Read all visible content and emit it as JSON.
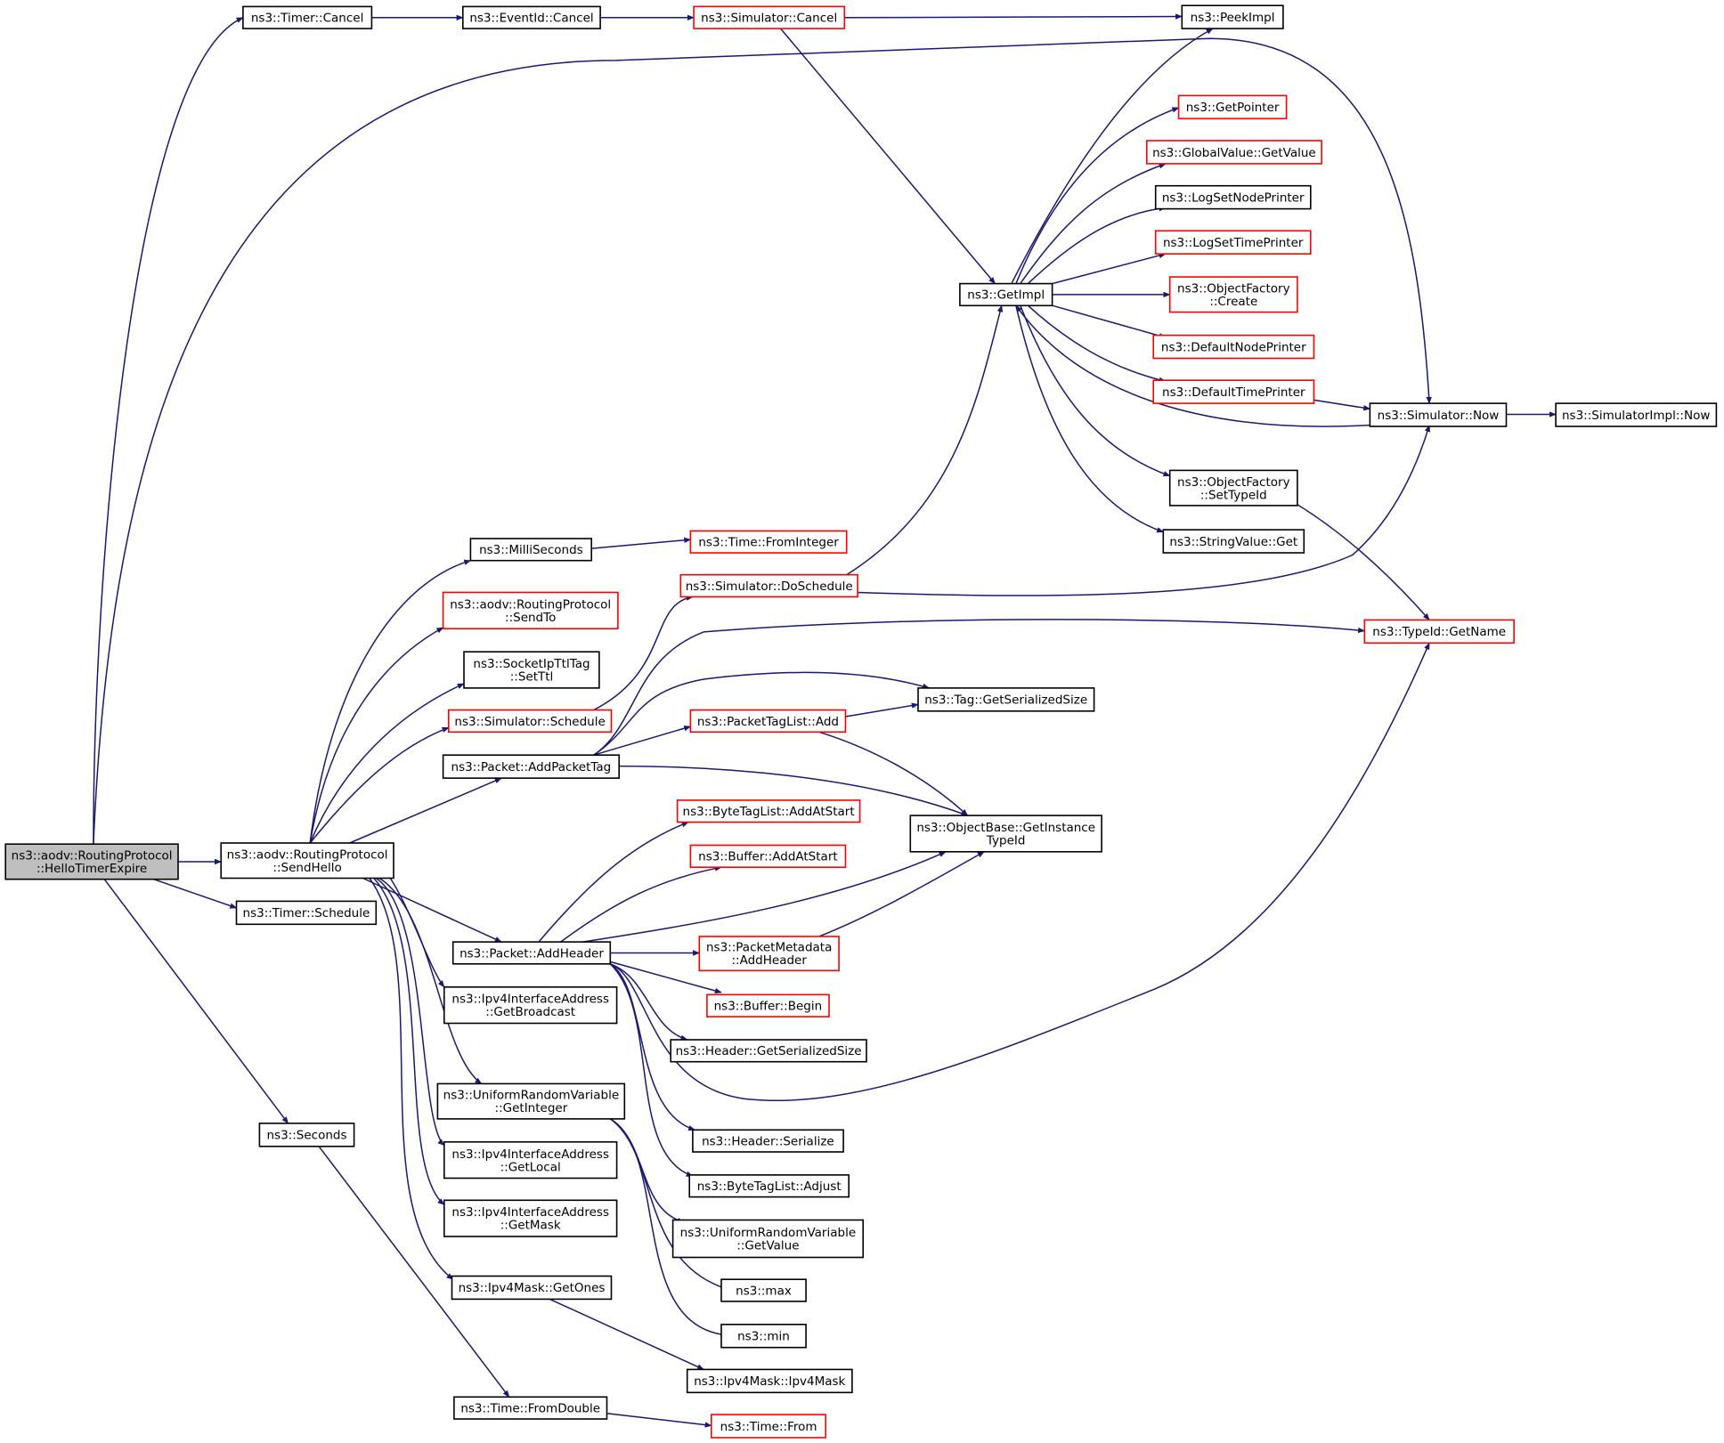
{
  "graph": {
    "nodes": {
      "root": {
        "lines": [
          "ns3::aodv::RoutingProtocol",
          "::HelloTimerExpire"
        ],
        "style": "root"
      },
      "timer_cancel": {
        "lines": [
          "ns3::Timer::Cancel"
        ],
        "style": "black"
      },
      "eventid_cancel": {
        "lines": [
          "ns3::EventId::Cancel"
        ],
        "style": "black"
      },
      "sim_cancel": {
        "lines": [
          "ns3::Simulator::Cancel"
        ],
        "style": "red"
      },
      "peekimpl": {
        "lines": [
          "ns3::PeekImpl"
        ],
        "style": "black"
      },
      "getpointer": {
        "lines": [
          "ns3::GetPointer"
        ],
        "style": "red"
      },
      "globalvalue": {
        "lines": [
          "ns3::GlobalValue::GetValue"
        ],
        "style": "red"
      },
      "logsetnode": {
        "lines": [
          "ns3::LogSetNodePrinter"
        ],
        "style": "black"
      },
      "logsettime": {
        "lines": [
          "ns3::LogSetTimePrinter"
        ],
        "style": "red"
      },
      "getimpl": {
        "lines": [
          "ns3::GetImpl"
        ],
        "style": "black"
      },
      "objfactory_create": {
        "lines": [
          "ns3::ObjectFactory",
          "::Create"
        ],
        "style": "red"
      },
      "defaultnode": {
        "lines": [
          "ns3::DefaultNodePrinter"
        ],
        "style": "red"
      },
      "defaulttime": {
        "lines": [
          "ns3::DefaultTimePrinter"
        ],
        "style": "red"
      },
      "sim_now": {
        "lines": [
          "ns3::Simulator::Now"
        ],
        "style": "black"
      },
      "simimpl_now": {
        "lines": [
          "ns3::SimulatorImpl::Now"
        ],
        "style": "black"
      },
      "objfactory_settypeid": {
        "lines": [
          "ns3::ObjectFactory",
          "::SetTypeId"
        ],
        "style": "black"
      },
      "stringvalue_get": {
        "lines": [
          "ns3::StringValue::Get"
        ],
        "style": "black"
      },
      "milliseconds": {
        "lines": [
          "ns3::MilliSeconds"
        ],
        "style": "black"
      },
      "time_frominteger": {
        "lines": [
          "ns3::Time::FromInteger"
        ],
        "style": "red"
      },
      "sim_doschedule": {
        "lines": [
          "ns3::Simulator::DoSchedule"
        ],
        "style": "red"
      },
      "sendto": {
        "lines": [
          "ns3::aodv::RoutingProtocol",
          "::SendTo"
        ],
        "style": "red"
      },
      "typeid_getname": {
        "lines": [
          "ns3::TypeId::GetName"
        ],
        "style": "red"
      },
      "socketipttltag": {
        "lines": [
          "ns3::SocketIpTtlTag",
          "::SetTtl"
        ],
        "style": "black"
      },
      "tag_getserializedsize": {
        "lines": [
          "ns3::Tag::GetSerializedSize"
        ],
        "style": "black"
      },
      "sim_schedule": {
        "lines": [
          "ns3::Simulator::Schedule"
        ],
        "style": "red"
      },
      "packettaglist_add": {
        "lines": [
          "ns3::PacketTagList::Add"
        ],
        "style": "red"
      },
      "addpackettag": {
        "lines": [
          "ns3::Packet::AddPacketTag"
        ],
        "style": "black"
      },
      "bytetaglist_addatstart": {
        "lines": [
          "ns3::ByteTagList::AddAtStart"
        ],
        "style": "red"
      },
      "objectbase_getinstancetypeid": {
        "lines": [
          "ns3::ObjectBase::GetInstance",
          "TypeId"
        ],
        "style": "black"
      },
      "sendhello": {
        "lines": [
          "ns3::aodv::RoutingProtocol",
          "::SendHello"
        ],
        "style": "black"
      },
      "buffer_addatstart": {
        "lines": [
          "ns3::Buffer::AddAtStart"
        ],
        "style": "red"
      },
      "timer_schedule": {
        "lines": [
          "ns3::Timer::Schedule"
        ],
        "style": "black"
      },
      "packet_addheader": {
        "lines": [
          "ns3::Packet::AddHeader"
        ],
        "style": "black"
      },
      "packetmetadata_addheader": {
        "lines": [
          "ns3::PacketMetadata",
          "::AddHeader"
        ],
        "style": "red"
      },
      "ipv4ifaddr_getbroadcast": {
        "lines": [
          "ns3::Ipv4InterfaceAddress",
          "::GetBroadcast"
        ],
        "style": "black"
      },
      "buffer_begin": {
        "lines": [
          "ns3::Buffer::Begin"
        ],
        "style": "red"
      },
      "header_getserializedsize": {
        "lines": [
          "ns3::Header::GetSerializedSize"
        ],
        "style": "black"
      },
      "urv_getinteger": {
        "lines": [
          "ns3::UniformRandomVariable",
          "::GetInteger"
        ],
        "style": "black"
      },
      "seconds": {
        "lines": [
          "ns3::Seconds"
        ],
        "style": "black"
      },
      "header_serialize": {
        "lines": [
          "ns3::Header::Serialize"
        ],
        "style": "black"
      },
      "ipv4ifaddr_getlocal": {
        "lines": [
          "ns3::Ipv4InterfaceAddress",
          "::GetLocal"
        ],
        "style": "black"
      },
      "bytetaglist_adjust": {
        "lines": [
          "ns3::ByteTagList::Adjust"
        ],
        "style": "black"
      },
      "ipv4ifaddr_getmask": {
        "lines": [
          "ns3::Ipv4InterfaceAddress",
          "::GetMask"
        ],
        "style": "black"
      },
      "urv_getvalue": {
        "lines": [
          "ns3::UniformRandomVariable",
          "::GetValue"
        ],
        "style": "black"
      },
      "max": {
        "lines": [
          "ns3::max"
        ],
        "style": "black"
      },
      "ipv4mask_getones": {
        "lines": [
          "ns3::Ipv4Mask::GetOnes"
        ],
        "style": "black"
      },
      "min": {
        "lines": [
          "ns3::min"
        ],
        "style": "black"
      },
      "ipv4mask_ipv4mask": {
        "lines": [
          "ns3::Ipv4Mask::Ipv4Mask"
        ],
        "style": "black"
      },
      "time_fromdouble": {
        "lines": [
          "ns3::Time::FromDouble"
        ],
        "style": "black"
      },
      "time_from": {
        "lines": [
          "ns3::Time::From"
        ],
        "style": "red"
      }
    },
    "edges": [
      [
        "root",
        "timer_cancel"
      ],
      [
        "root",
        "sim_now"
      ],
      [
        "root",
        "sendhello"
      ],
      [
        "root",
        "timer_schedule"
      ],
      [
        "root",
        "seconds"
      ],
      [
        "timer_cancel",
        "eventid_cancel"
      ],
      [
        "eventid_cancel",
        "sim_cancel"
      ],
      [
        "sim_cancel",
        "peekimpl"
      ],
      [
        "sim_cancel",
        "getimpl"
      ],
      [
        "getimpl",
        "peekimpl"
      ],
      [
        "getimpl",
        "getpointer"
      ],
      [
        "getimpl",
        "globalvalue"
      ],
      [
        "getimpl",
        "logsetnode"
      ],
      [
        "getimpl",
        "logsettime"
      ],
      [
        "getimpl",
        "objfactory_create"
      ],
      [
        "getimpl",
        "defaultnode"
      ],
      [
        "getimpl",
        "defaulttime"
      ],
      [
        "getimpl",
        "objfactory_settypeid"
      ],
      [
        "getimpl",
        "stringvalue_get"
      ],
      [
        "defaulttime",
        "sim_now"
      ],
      [
        "sim_now",
        "getimpl"
      ],
      [
        "sim_now",
        "simimpl_now"
      ],
      [
        "objfactory_settypeid",
        "typeid_getname"
      ],
      [
        "sendhello",
        "milliseconds"
      ],
      [
        "sendhello",
        "sendto"
      ],
      [
        "sendhello",
        "socketipttltag"
      ],
      [
        "sendhello",
        "sim_schedule"
      ],
      [
        "sendhello",
        "addpackettag"
      ],
      [
        "sendhello",
        "packet_addheader"
      ],
      [
        "sendhello",
        "ipv4ifaddr_getbroadcast"
      ],
      [
        "sendhello",
        "urv_getinteger"
      ],
      [
        "sendhello",
        "ipv4ifaddr_getlocal"
      ],
      [
        "sendhello",
        "ipv4ifaddr_getmask"
      ],
      [
        "sendhello",
        "ipv4mask_getones"
      ],
      [
        "milliseconds",
        "time_frominteger"
      ],
      [
        "sim_schedule",
        "sim_doschedule"
      ],
      [
        "sim_doschedule",
        "getimpl"
      ],
      [
        "sim_doschedule",
        "sim_now"
      ],
      [
        "addpackettag",
        "typeid_getname"
      ],
      [
        "addpackettag",
        "tag_getserializedsize"
      ],
      [
        "addpackettag",
        "packettaglist_add"
      ],
      [
        "addpackettag",
        "objectbase_getinstancetypeid"
      ],
      [
        "packettaglist_add",
        "tag_getserializedsize"
      ],
      [
        "packettaglist_add",
        "objectbase_getinstancetypeid"
      ],
      [
        "packet_addheader",
        "bytetaglist_addatstart"
      ],
      [
        "packet_addheader",
        "buffer_addatstart"
      ],
      [
        "packet_addheader",
        "objectbase_getinstancetypeid"
      ],
      [
        "packet_addheader",
        "packetmetadata_addheader"
      ],
      [
        "packet_addheader",
        "buffer_begin"
      ],
      [
        "packet_addheader",
        "header_getserializedsize"
      ],
      [
        "packet_addheader",
        "typeid_getname"
      ],
      [
        "packet_addheader",
        "header_serialize"
      ],
      [
        "packet_addheader",
        "bytetaglist_adjust"
      ],
      [
        "packetmetadata_addheader",
        "objectbase_getinstancetypeid"
      ],
      [
        "urv_getinteger",
        "urv_getvalue"
      ],
      [
        "urv_getinteger",
        "max"
      ],
      [
        "urv_getinteger",
        "min"
      ],
      [
        "ipv4mask_getones",
        "ipv4mask_ipv4mask"
      ],
      [
        "seconds",
        "time_fromdouble"
      ],
      [
        "time_fromdouble",
        "time_from"
      ]
    ]
  }
}
